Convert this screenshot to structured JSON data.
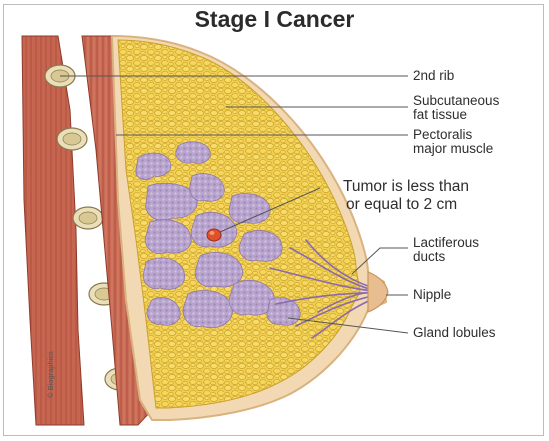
{
  "title": "Stage I Cancer",
  "labels": {
    "rib": "2nd rib",
    "fat_line1": "Subcutaneous",
    "fat_line2": "fat tissue",
    "muscle_line1": "Pectoralis",
    "muscle_line2": "major muscle",
    "tumor_line1": "Tumor is less than",
    "tumor_line2": "or equal to 2 cm",
    "ducts_line1": "Lactiferous",
    "ducts_line2": "ducts",
    "nipple": "Nipple",
    "lobules": "Gland lobules"
  },
  "credit": "© Biographics",
  "colors": {
    "skin": "#f3d9b3",
    "skin_outline": "#d9b27f",
    "fat": "#f2cf4f",
    "fat_outline": "#c9a12e",
    "muscle": "#c96b55",
    "muscle_dark": "#9e4434",
    "gland": "#b8a4cc",
    "duct": "#8a6aad",
    "tumor": "#e0502a",
    "rib": "#eadfb8",
    "leader": "#555555"
  }
}
